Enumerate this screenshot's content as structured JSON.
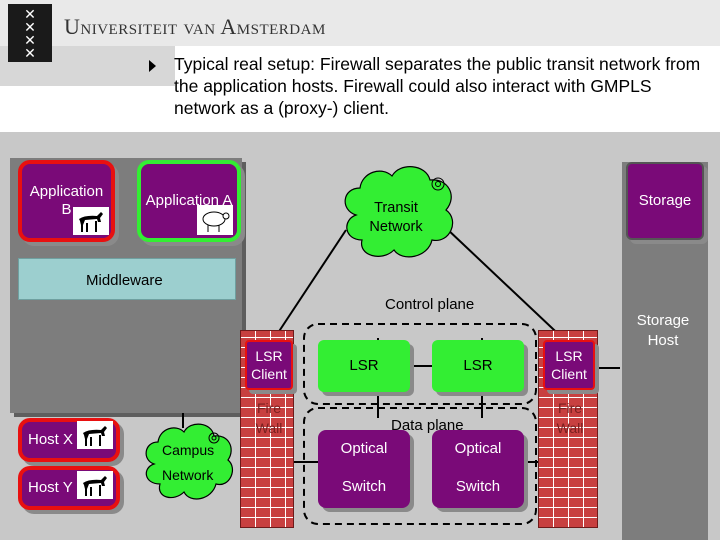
{
  "header": {
    "university": "Universiteit van Amsterdam"
  },
  "intro": "Typical real setup: Firewall separates the public transit network from the application hosts. Firewall could also interact with GMPLS network as a (proxy-) client.",
  "apps": {
    "b": "Application B",
    "a": "Application A"
  },
  "transit": "Transit Network",
  "storage": "Storage",
  "storage_host": "Storage Host",
  "middleware": "Middleware",
  "control_plane": "Control plane",
  "data_plane": "Data plane",
  "lsr_client_left": "LSR Client",
  "lsr_client_right": "LSR Client",
  "lsr_left": "LSR",
  "lsr_right": "LSR",
  "firewall_left": "Fire Wall",
  "firewall_right": "Fire Wall",
  "optical_switch_left": {
    "top": "Optical",
    "bottom": "Switch"
  },
  "optical_switch_right": {
    "top": "Optical",
    "bottom": "Switch"
  },
  "hosts": {
    "x": "Host X",
    "y": "Host Y"
  },
  "campus": {
    "top": "Campus",
    "bottom": "Network"
  },
  "colors": {
    "purple": "#7a0a78",
    "green": "#33ee33",
    "red": "#e81010",
    "middleware": "#9ccfcf"
  },
  "icons": {
    "animal": "goat-icon",
    "sheep": "sheep-icon",
    "cloud": "cloud-icon"
  }
}
